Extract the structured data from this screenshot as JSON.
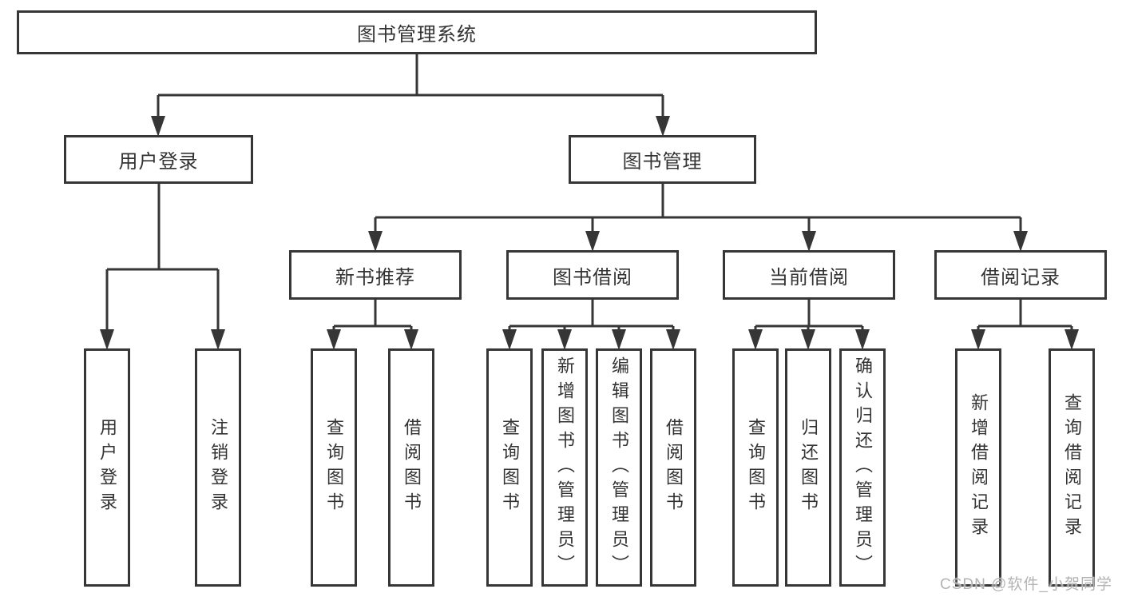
{
  "tree": {
    "root": "图书管理系统",
    "branches": [
      {
        "label": "用户登录",
        "leaves": [
          "用户登录",
          "注销登录"
        ]
      },
      {
        "label": "图书管理",
        "children": [
          {
            "label": "新书推荐",
            "leaves": [
              "查询图书",
              "借阅图书"
            ]
          },
          {
            "label": "图书借阅",
            "leaves": [
              "查询图书",
              "新增图书（管理员）",
              "编辑图书（管理员）",
              "借阅图书"
            ]
          },
          {
            "label": "当前借阅",
            "leaves": [
              "查询图书",
              "归还图书",
              "确认归还（管理员）"
            ]
          },
          {
            "label": "借阅记录",
            "leaves": [
              "新增借阅记录",
              "查询借阅记录"
            ]
          }
        ]
      }
    ]
  },
  "watermark": {
    "text": "CSDN @软件_小贺同学"
  },
  "colors": {
    "line": "#363636",
    "text": "#333333",
    "watermark": "#b3b3b3",
    "background": "#ffffff"
  }
}
